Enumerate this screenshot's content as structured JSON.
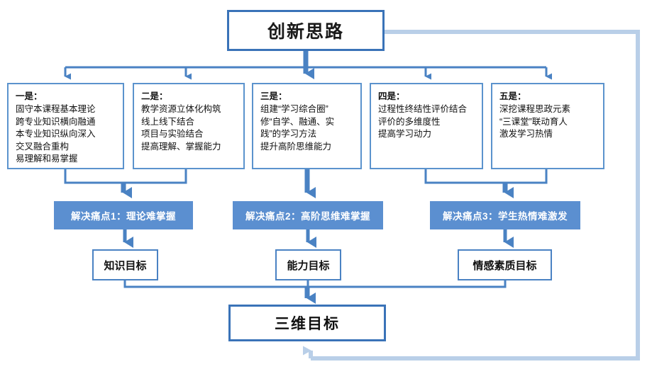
{
  "title": {
    "text": "创新思路"
  },
  "colors": {
    "border_dark": "#3a73b8",
    "border_light": "#5b93cd",
    "connector": "#4a82c3",
    "banner_fill": "#5b8fd0",
    "loop_line": "#b9cfe8",
    "text": "#111111",
    "banner_text": "#ffffff",
    "background": "#ffffff"
  },
  "ideas": [
    {
      "head": "一是：",
      "lines": [
        "固守本课程基本理论",
        "跨专业知识横向融通",
        "本专业知识纵向深入",
        "交叉融合重构",
        "易理解和易掌握"
      ]
    },
    {
      "head": "二是：",
      "lines": [
        "教学资源立体化构筑",
        "线上线下结合",
        "项目与实验结合",
        "提高理解、掌握能力"
      ]
    },
    {
      "head": "三是：",
      "lines": [
        "组建“学习综合圈”",
        "修“自学、融通、实",
        "践”的学习方法",
        "提升高阶思维能力"
      ]
    },
    {
      "head": "四是：",
      "lines": [
        "过程性终结性评价结合",
        "评价的多维度性",
        "提高学习动力"
      ]
    },
    {
      "head": "五是：",
      "lines": [
        "深挖课程思政元素",
        "“三课堂”联动育人",
        "激发学习热情"
      ]
    }
  ],
  "banners": [
    {
      "label": "解决痛点1：理论难掌握"
    },
    {
      "label": "解决痛点2：高阶思维难掌握"
    },
    {
      "label": "解决痛点3：学生热情难激发"
    }
  ],
  "goals": [
    {
      "label": "知识目标"
    },
    {
      "label": "能力目标"
    },
    {
      "label": "情感素质目标"
    }
  ],
  "final": {
    "text": "三维目标"
  }
}
